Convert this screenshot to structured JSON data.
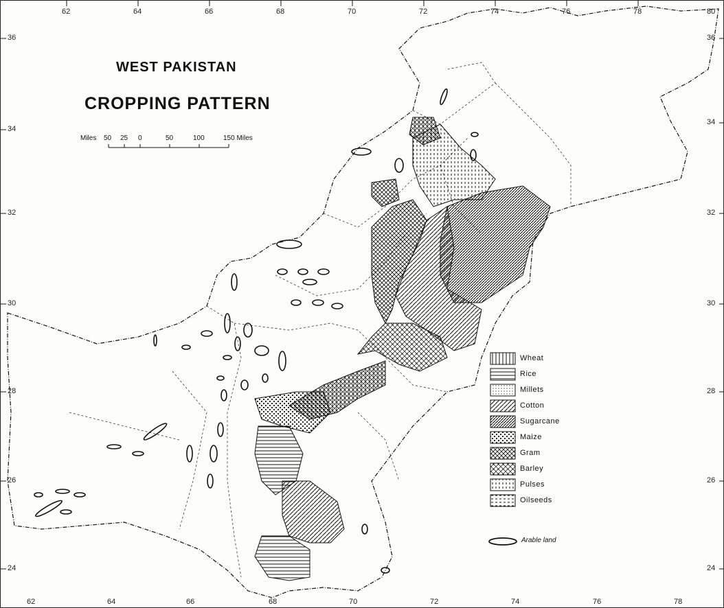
{
  "map": {
    "title_line1": "WEST PAKISTAN",
    "title_line2": "CROPPING PATTERN",
    "scale": {
      "prefix": "Miles",
      "values": [
        "50",
        "25",
        "0",
        "50",
        "100",
        "150 Miles"
      ]
    },
    "top_ticks": [
      "62",
      "64",
      "66",
      "68",
      "70",
      "72",
      "74",
      "76",
      "78",
      "80"
    ],
    "bottom_ticks": [
      "62",
      "64",
      "66",
      "68",
      "70",
      "72",
      "74",
      "76",
      "78"
    ],
    "left_ticks": [
      "36",
      "34",
      "32",
      "30",
      "28",
      "26",
      "24"
    ],
    "right_ticks": [
      "36",
      "34",
      "32",
      "30",
      "28",
      "26",
      "24"
    ],
    "legend": [
      {
        "label": "Wheat",
        "pattern": "vertical-lines"
      },
      {
        "label": "Rice",
        "pattern": "horizontal-lines"
      },
      {
        "label": "Millets",
        "pattern": "fine-dots"
      },
      {
        "label": "Cotton",
        "pattern": "diagonal-lines"
      },
      {
        "label": "Sugarcane",
        "pattern": "dense-diagonal"
      },
      {
        "label": "Maize",
        "pattern": "dots"
      },
      {
        "label": "Gram",
        "pattern": "crosses"
      },
      {
        "label": "Barley",
        "pattern": "crosshatch-dots"
      },
      {
        "label": "Pulses",
        "pattern": "vertical-dashes"
      },
      {
        "label": "Oilseeds",
        "pattern": "horizontal-dashes"
      }
    ],
    "arable_label": "Arable land",
    "colors": {
      "ink": "#111111",
      "paper": "#fdfdfb"
    }
  }
}
